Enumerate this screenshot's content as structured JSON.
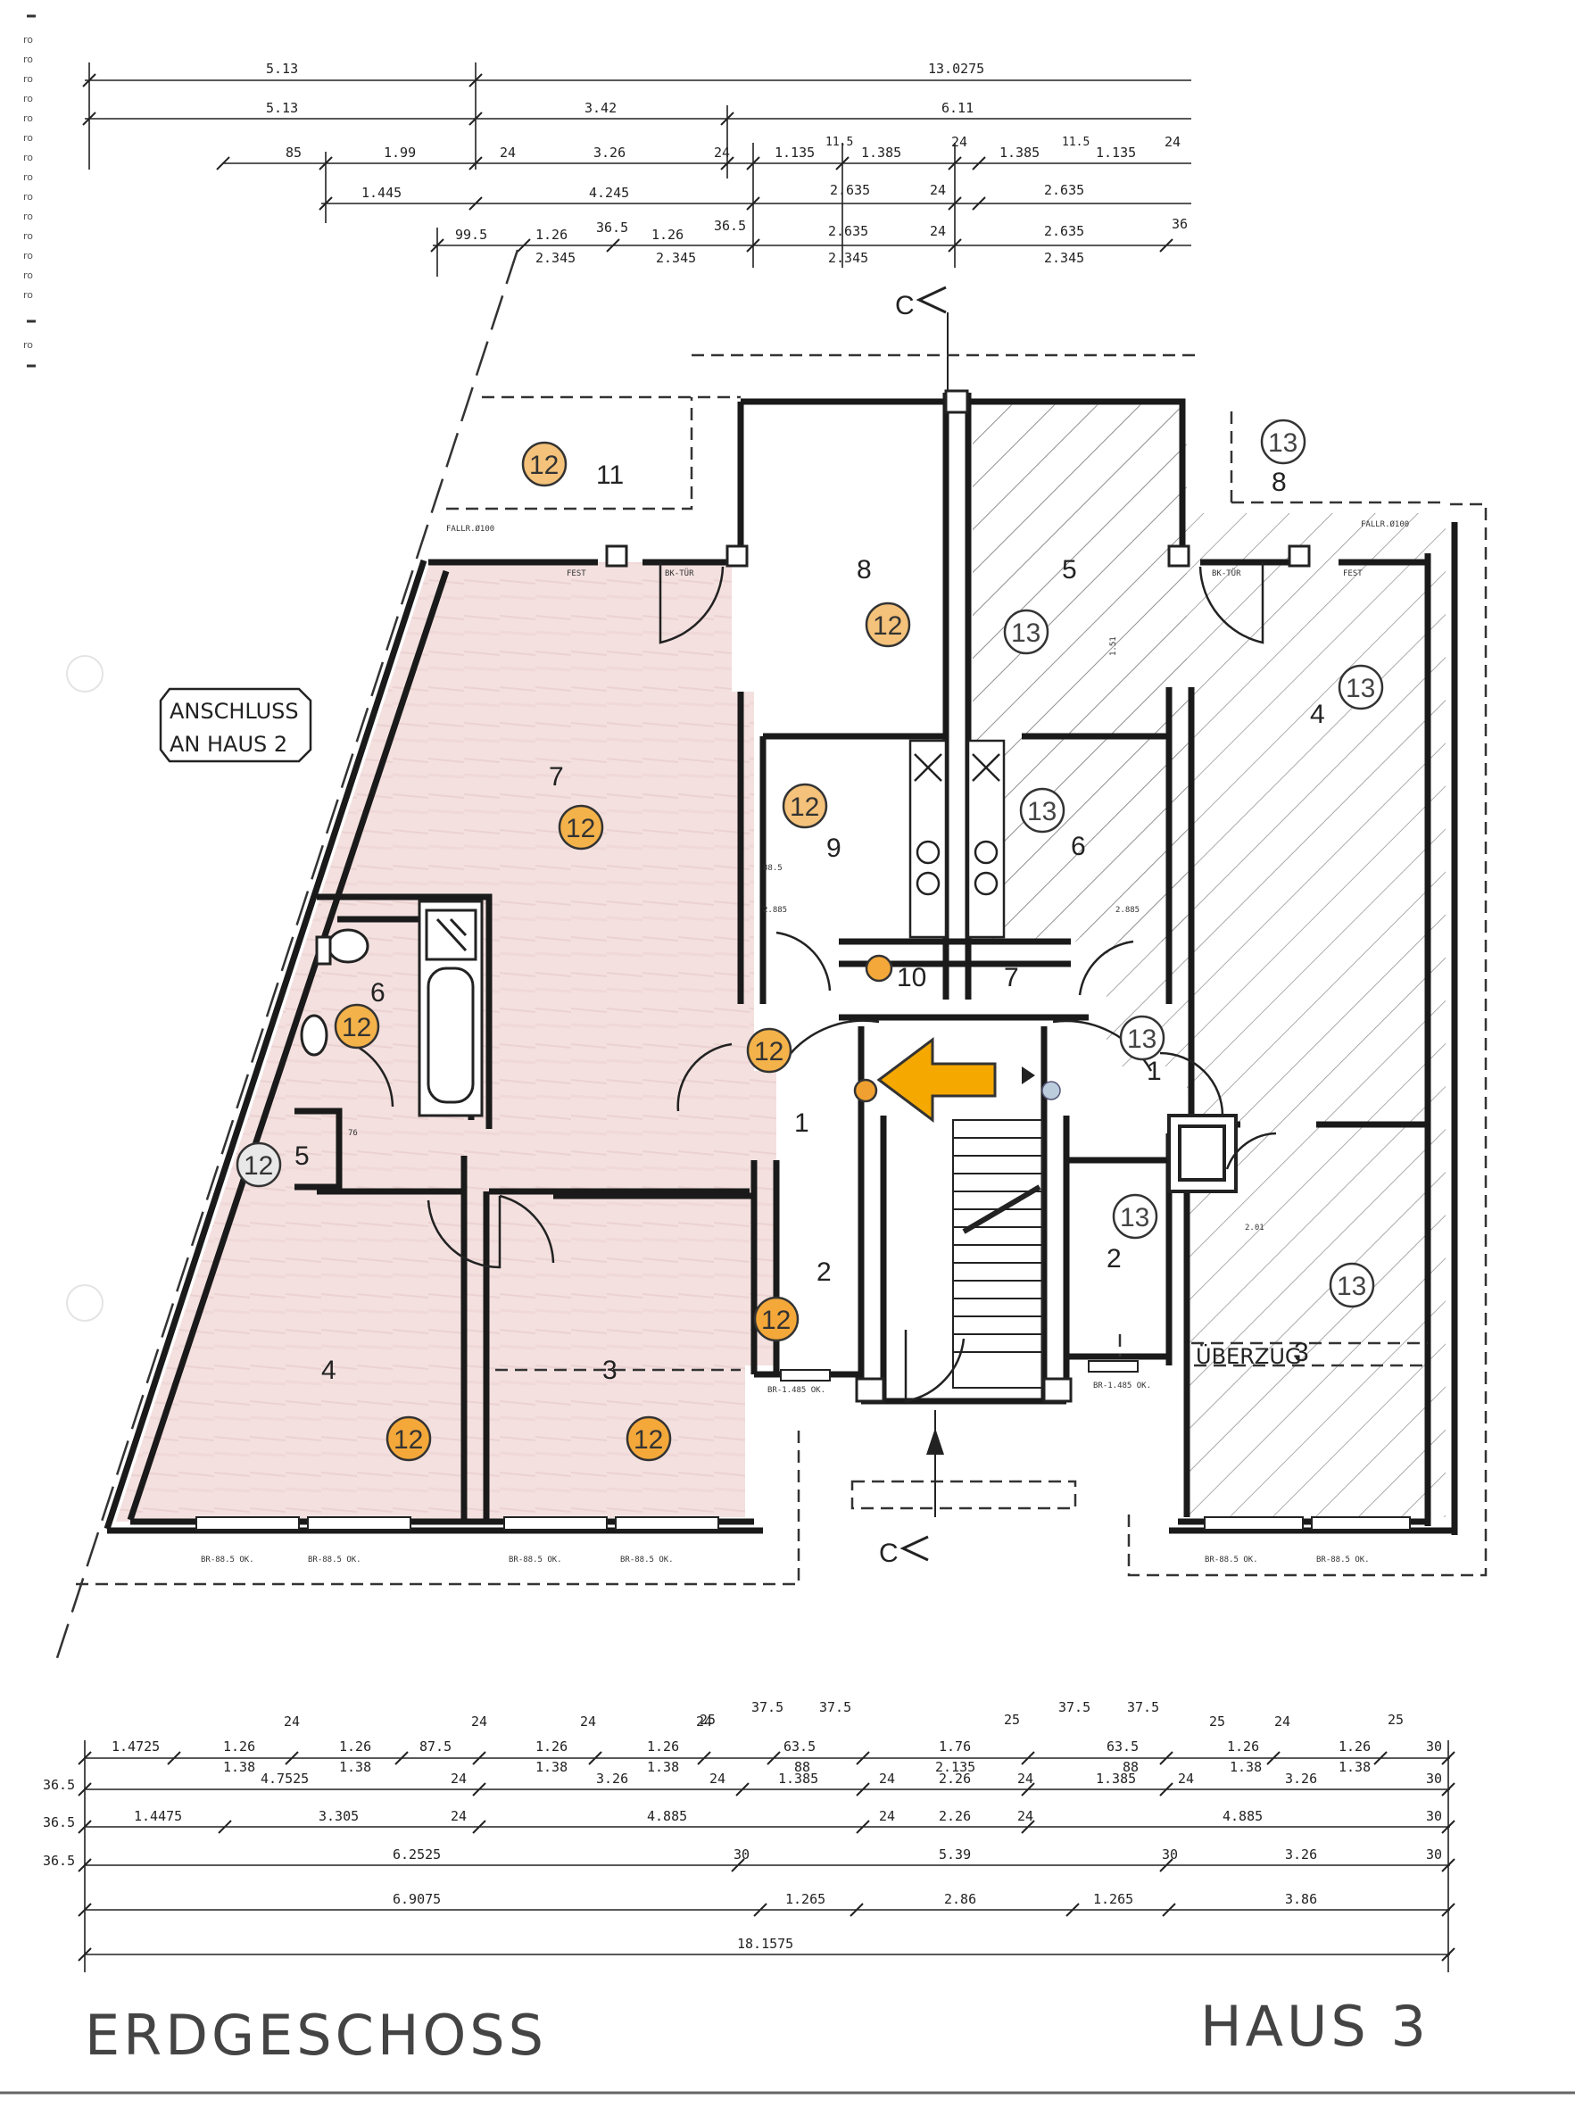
{
  "plan": {
    "title_left": "ERDGESCHOSS",
    "title_right": "HAUS 3",
    "annex_label_line1": "ANSCHLUSS",
    "annex_label_line2": "AN HAUS 2",
    "section_marker": "C",
    "beam_label": "ÜBERZUG",
    "annotation_colors": {
      "unit12": "#e8962a",
      "unit13": "#555555",
      "arrow": "#f5a800",
      "pink_fill": "#f1dcdc"
    }
  },
  "top_dims": {
    "row1": [
      "5.13",
      "13.0275"
    ],
    "row2": [
      "5.13",
      "3.42",
      "6.11"
    ],
    "row3": [
      "85",
      "1.99",
      "24",
      "3.26",
      "24",
      "1.135",
      "11.5",
      "1.385",
      "24",
      "1.385",
      "11.5",
      "1.135",
      "24"
    ],
    "row4": [
      "1.445",
      "4.245",
      "2.635",
      "24",
      "2.635"
    ],
    "row5": [
      "99.5",
      "1.26",
      "36.5",
      "1.26",
      "36.5",
      "2.635",
      "24",
      "2.635",
      "36"
    ],
    "row6": [
      "2.345",
      "2.345",
      "2.345",
      "2.345"
    ]
  },
  "bottom_dims": {
    "row1": [
      "1.4725",
      "24",
      "1.26",
      "1.26",
      "87.5",
      "24",
      "24",
      "1.26",
      "24",
      "1.26",
      "25",
      "37.5",
      "37.5",
      "63.5",
      "1.76",
      "25",
      "37.5",
      "37.5",
      "63.5",
      "25",
      "1.26",
      "24",
      "1.26",
      "25",
      "30"
    ],
    "row1b": [
      "1.38",
      "1.38",
      "1.38",
      "1.38",
      "88",
      "2.135",
      "88",
      "1.38",
      "1.38"
    ],
    "row2": [
      "36.5",
      "4.7525",
      "24",
      "3.26",
      "24",
      "1.385",
      "24",
      "2.26",
      "24",
      "1.385",
      "24",
      "3.26",
      "30"
    ],
    "row3": [
      "36.5",
      "1.4475",
      "3.305",
      "24",
      "4.885",
      "24",
      "2.26",
      "24",
      "4.885",
      "30"
    ],
    "row4": [
      "36.5",
      "6.2525",
      "30",
      "5.39",
      "30",
      "3.26",
      "30"
    ],
    "row5": [
      "6.9075",
      "1.265",
      "2.86",
      "1.265",
      "3.86"
    ],
    "row6": [
      "18.1575"
    ]
  },
  "rooms_left": [
    {
      "num": "11",
      "unit": "12"
    },
    {
      "num": "8",
      "unit": "12"
    },
    {
      "num": "7",
      "unit": "12"
    },
    {
      "num": "9",
      "unit": "12"
    },
    {
      "num": "10",
      "unit": "12"
    },
    {
      "num": "6",
      "unit": "12"
    },
    {
      "num": "5",
      "unit": "12"
    },
    {
      "num": "1",
      "unit": "12"
    },
    {
      "num": "2",
      "unit": "12"
    },
    {
      "num": "4",
      "unit": "12"
    },
    {
      "num": "3",
      "unit": "12"
    }
  ],
  "rooms_right": [
    {
      "num": "8",
      "unit": "13"
    },
    {
      "num": "5",
      "unit": "13"
    },
    {
      "num": "4",
      "unit": "13"
    },
    {
      "num": "6",
      "unit": "13"
    },
    {
      "num": "7",
      "unit": ""
    },
    {
      "num": "1",
      "unit": "13"
    },
    {
      "num": "2",
      "unit": "13"
    },
    {
      "num": "3",
      "unit": "13"
    }
  ],
  "small_labels": {
    "balkon_tuer": "BK-TÜR",
    "fest": "FEST",
    "fallrohr": "FALLR.Ø100",
    "door_size_a": "88.5",
    "door_size_b": "2.885",
    "door_size_c": "76",
    "door_size_d": "2.01",
    "window_a": "BR-88.5 OK.",
    "window_b": "BR-1.485 OK.",
    "height_a": "1.51"
  }
}
